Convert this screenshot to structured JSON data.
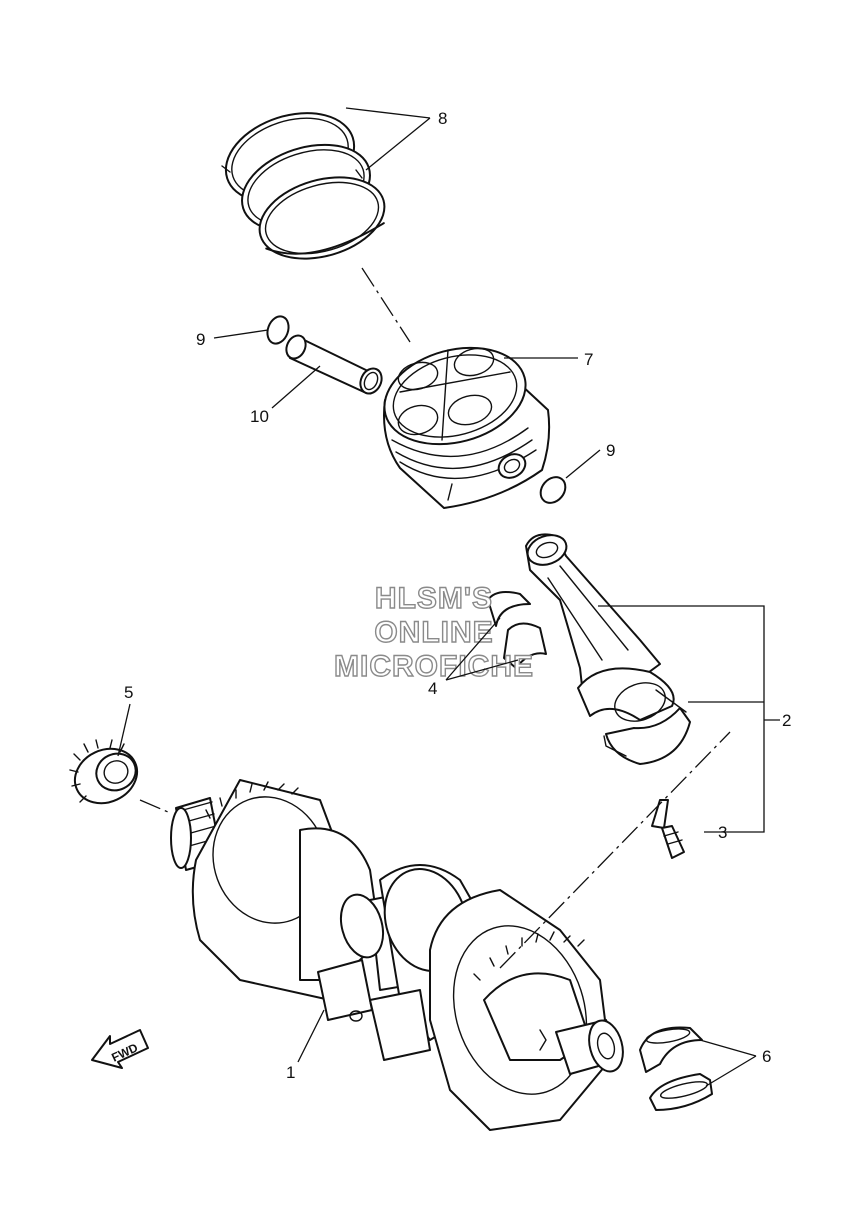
{
  "watermark": {
    "line1": "HLSM'S",
    "line2": "ONLINE",
    "line3": "MICROFICHE"
  },
  "direction_label": "FWD",
  "callouts": [
    {
      "id": "1",
      "label": "1"
    },
    {
      "id": "2",
      "label": "2"
    },
    {
      "id": "3",
      "label": "3"
    },
    {
      "id": "4",
      "label": "4"
    },
    {
      "id": "5",
      "label": "5"
    },
    {
      "id": "6",
      "label": "6"
    },
    {
      "id": "7",
      "label": "7"
    },
    {
      "id": "8",
      "label": "8"
    },
    {
      "id": "9a",
      "label": "9"
    },
    {
      "id": "9b",
      "label": "9"
    },
    {
      "id": "10",
      "label": "10"
    }
  ]
}
